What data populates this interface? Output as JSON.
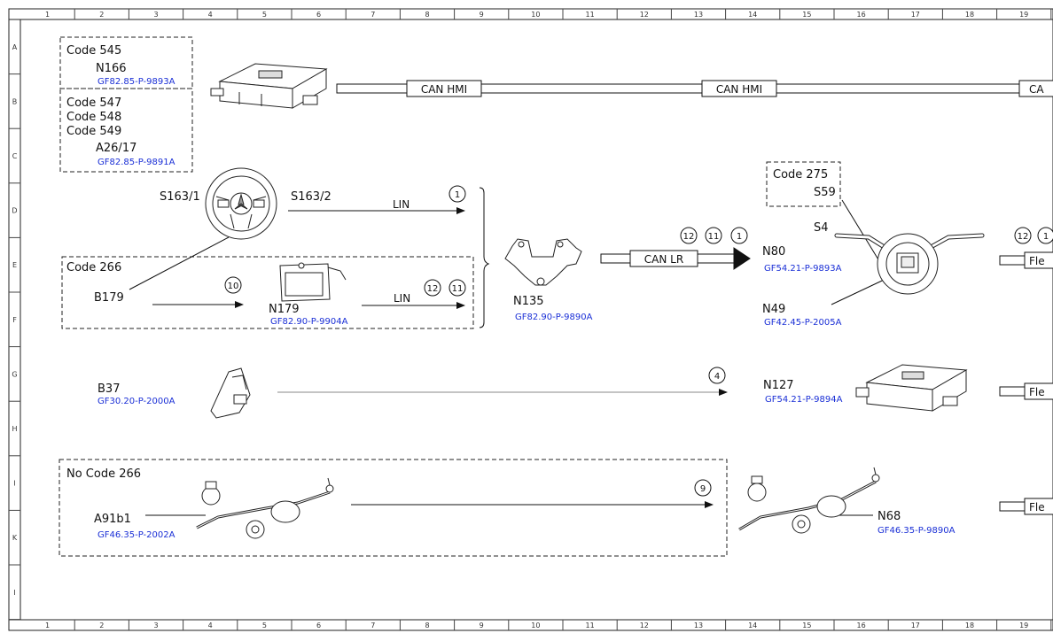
{
  "ruler": {
    "columns": [
      "1",
      "2",
      "3",
      "4",
      "5",
      "6",
      "7",
      "8",
      "9",
      "10",
      "11",
      "12",
      "13",
      "14",
      "15",
      "16",
      "17",
      "18",
      "19"
    ],
    "rows": [
      "A",
      "B",
      "C",
      "D",
      "E",
      "F",
      "G",
      "H",
      "I",
      "K",
      "I"
    ]
  },
  "groups": {
    "code545": "Code 545",
    "code547": "Code 547",
    "code548": "Code 548",
    "code549": "Code 549",
    "code266": "Code 266",
    "code275": "Code 275",
    "nocode266": "No Code 266"
  },
  "components": {
    "n166": {
      "label": "N166",
      "ref": "GF82.85-P-9893A"
    },
    "a26_17": {
      "label": "A26/17",
      "ref": "GF82.85-P-9891A"
    },
    "s163_1": {
      "label": "S163/1"
    },
    "s163_2": {
      "label": "S163/2"
    },
    "b179": {
      "label": "B179"
    },
    "n179": {
      "label": "N179",
      "ref": "GF82.90-P-9904A"
    },
    "n135": {
      "label": "N135",
      "ref": "GF82.90-P-9890A"
    },
    "s59": {
      "label": "S59"
    },
    "s4": {
      "label": "S4"
    },
    "n80": {
      "label": "N80",
      "ref": "GF54.21-P-9893A"
    },
    "n49": {
      "label": "N49",
      "ref": "GF42.45-P-2005A"
    },
    "b37": {
      "label": "B37",
      "ref": "GF30.20-P-2000A"
    },
    "n127": {
      "label": "N127",
      "ref": "GF54.21-P-9894A"
    },
    "a91b1": {
      "label": "A91b1",
      "ref": "GF46.35-P-2002A"
    },
    "n68": {
      "label": "N68",
      "ref": "GF46.35-P-9890A"
    }
  },
  "buses": {
    "can_hmi_1": "CAN HMI",
    "can_hmi_2": "CAN HMI",
    "can_hmi_3": "CA",
    "lin_1": "LIN",
    "lin_2": "LIN",
    "can_lr": "CAN LR",
    "flex_1": "Fle",
    "flex_2": "Fle",
    "flex_3": "Fle"
  },
  "callouts": {
    "c1": "1",
    "c10": "10",
    "c12a": "12",
    "c11a": "11",
    "c12b": "12",
    "c11b": "11",
    "c1b": "1",
    "c12c": "12",
    "c1c": "1",
    "c4": "4",
    "c9": "9"
  },
  "colors": {
    "line": "#111111",
    "reference": "#1a2fd6",
    "frame": "#222222"
  }
}
